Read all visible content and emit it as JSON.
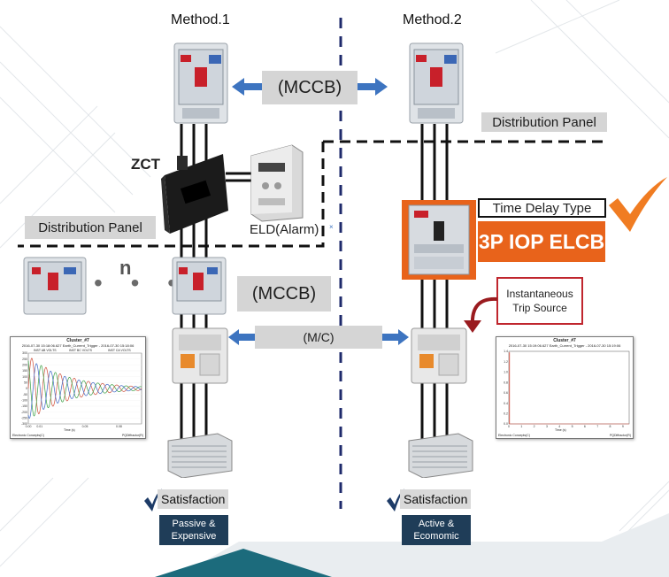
{
  "method1": {
    "title": "Method.1"
  },
  "method2": {
    "title": "Method.2"
  },
  "labels": {
    "mccb_top": "(MCCB)",
    "mccb_mid": "(MCCB)",
    "mc": "(M/C)",
    "zct": "ZCT",
    "eld": "ELD(Alarm)",
    "dist_panel_left": "Distribution Panel",
    "dist_panel_right": "Distribution Panel",
    "n_marker": "n",
    "dots": "• • •",
    "time_delay": "Time Delay Type",
    "elcb": "3P IOP ELCB",
    "instant_line1": "Instantaneous",
    "instant_line2": "Trip Source"
  },
  "footer": {
    "sat_left": "Satisfaction",
    "sat_right": "Satisfaction",
    "left_line1": "Passive &",
    "left_line2": "Expensive",
    "right_line1": "Active &",
    "right_line2": "Ecomomic"
  },
  "colors": {
    "accent_orange": "#f07c22",
    "elcb_bg": "#e8631b",
    "navy": "#1f3d58",
    "teal": "#1c6b7c",
    "dash_navy": "#1e2a6b",
    "arrow_blue": "#3d74c0",
    "red_border": "#c0262e",
    "red_arrow": "#9a1b1f",
    "check_navy": "#1d3b67"
  },
  "icons": {
    "arrow": "arrow-icon",
    "check": "checkmark-icon",
    "curved_arrow": "curved-arrow-icon"
  },
  "chart_data": [
    {
      "type": "line",
      "title": "Cluster_#7",
      "subtitle": "2016-07-30 15:18:06.627 Earth_Current_Trigger - 2016-07-30 15:18:06",
      "legend": [
        "INST AB VOLTS",
        "INST BC VOLTS",
        "INST CA VOLTS"
      ],
      "yticks": [
        "300",
        "250",
        "200",
        "150",
        "100",
        "50",
        "0",
        "-50",
        "-100",
        "-150",
        "-200",
        "-250",
        "-300"
      ],
      "xticks": [
        "0.00",
        "0.01",
        "0.05",
        "0.08"
      ],
      "xlabel": "Time (s)",
      "footer_left": "Electronic Concepts(C)",
      "footer_right": "PQDiffractor(R)",
      "ylim": [
        -300,
        300
      ],
      "xlim": [
        0,
        0.1
      ],
      "series": [
        {
          "name": "INST AB VOLTS",
          "color": "#d0503c",
          "amplitude": 280,
          "phase": 0.0,
          "period": 0.0125,
          "decay": 0.035
        },
        {
          "name": "INST BC VOLTS",
          "color": "#3aa043",
          "amplitude": 270,
          "phase": 2.09,
          "period": 0.0125,
          "decay": 0.035
        },
        {
          "name": "INST CA VOLTS",
          "color": "#3e67c6",
          "amplitude": 260,
          "phase": 4.19,
          "period": 0.0125,
          "decay": 0.035
        }
      ]
    },
    {
      "type": "line",
      "title": "Cluster_#7",
      "subtitle": "2016-07-30 15:19:06.627 Earth_Current_Trigger - 2016-07-30 15:19:06",
      "yticks": [
        "1.4",
        "1.2",
        "1.0",
        "0.8",
        "0.6",
        "0.4",
        "0.2",
        "0.0"
      ],
      "xticks": [
        "0",
        "1",
        "2",
        "3",
        "4",
        "5",
        "6",
        "7",
        "8",
        "9"
      ],
      "xlabel": "Time (s)",
      "footer_left": "Electronic Concepts(C)",
      "footer_right": "PQDiffractor(R)",
      "ylim": [
        0,
        1.4
      ],
      "xlim": [
        0,
        9.5
      ],
      "spike": {
        "x": 0.05,
        "y": 1.38,
        "color": "#e05a4a"
      }
    }
  ]
}
